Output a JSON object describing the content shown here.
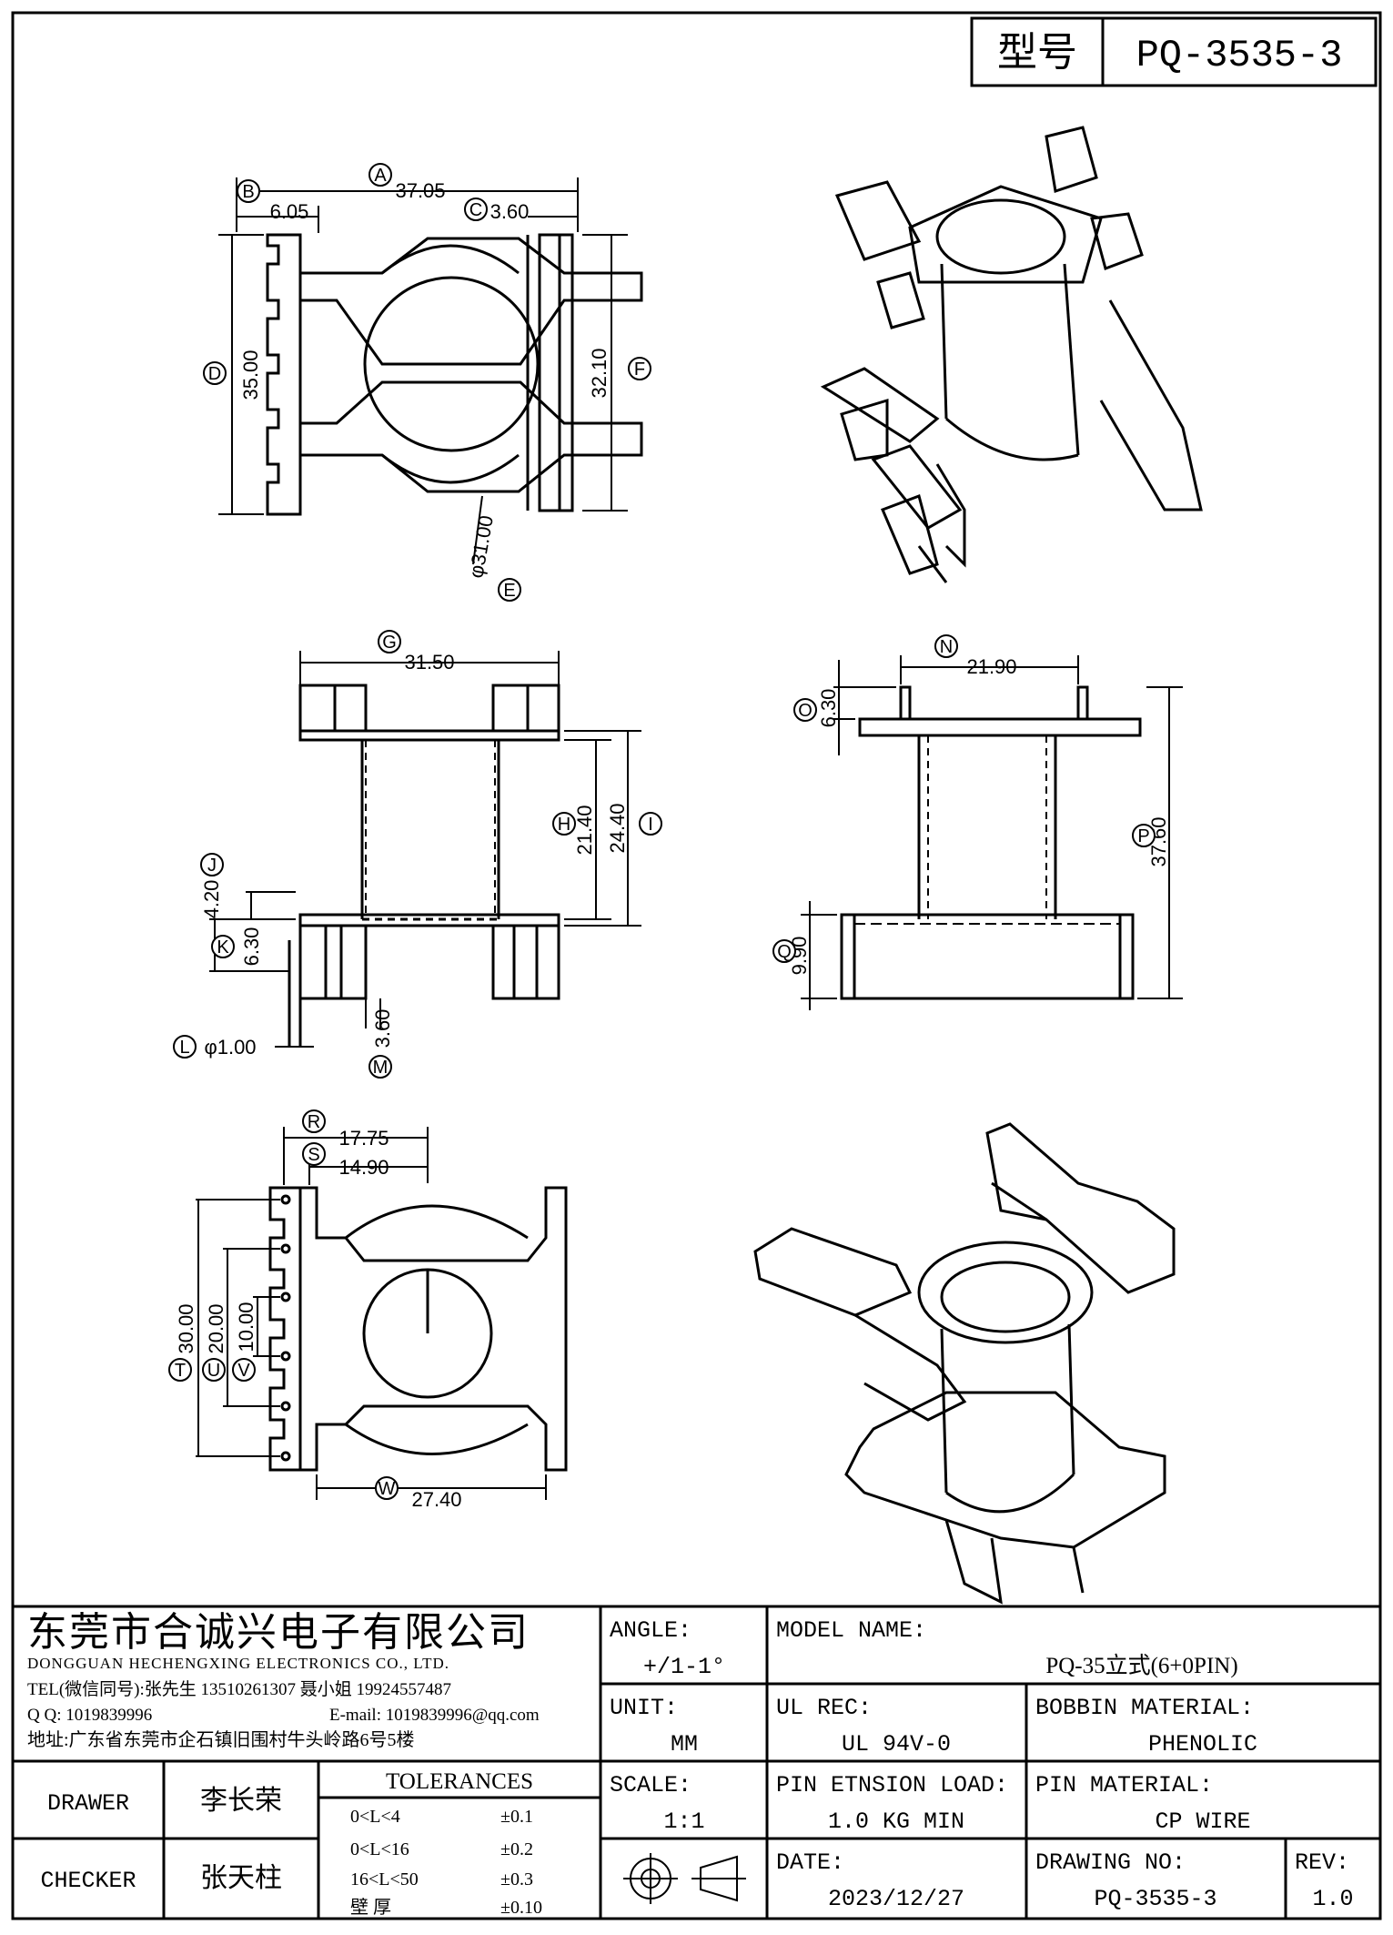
{
  "header": {
    "model_label": "型号",
    "model_value": "PQ-3535-3"
  },
  "views": {
    "top": {
      "dims": {
        "A": "37.05",
        "B": "6.05",
        "C": "3.60",
        "D": "35.00",
        "E": "φ31.00",
        "F": "32.10"
      }
    },
    "front": {
      "dims": {
        "G": "31.50",
        "H": "21.40",
        "I": "24.40",
        "J": "4.20",
        "K": "6.30",
        "L": "φ1.00",
        "M": "3.60"
      }
    },
    "side": {
      "dims": {
        "N": "21.90",
        "O": "6.30",
        "P": "37.60",
        "Q": "9.90"
      }
    },
    "bottom": {
      "dims": {
        "R": "17.75",
        "S": "14.90",
        "T": "30.00",
        "U": "20.00",
        "V": "10.00",
        "W": "27.40"
      }
    }
  },
  "callouts": [
    "A",
    "B",
    "C",
    "D",
    "E",
    "F",
    "G",
    "H",
    "I",
    "J",
    "K",
    "L",
    "M",
    "N",
    "O",
    "P",
    "Q",
    "R",
    "S",
    "T",
    "U",
    "V",
    "W"
  ],
  "title_block": {
    "company_cn": "东莞市合诚兴电子有限公司",
    "company_en": "DONGGUAN HECHENGXING ELECTRONICS CO., LTD.",
    "tel": "TEL(微信同号):张先生 13510261307 聂小姐 19924557487",
    "qq": "Q Q: 1019839996",
    "email": "E-mail: 1019839996@qq.com",
    "address": "地址:广东省东莞市企石镇旧围村牛头岭路6号5楼",
    "angle_label": "ANGLE:",
    "angle_value": "+/1-1°",
    "unit_label": "UNIT:",
    "unit_value": "MM",
    "scale_label": "SCALE:",
    "scale_value": "1:1",
    "model_name_label": "MODEL NAME:",
    "model_name_value": "PQ-35立式(6+0PIN)",
    "ul_label": "UL REC:",
    "ul_value": "UL 94V-0",
    "bobbin_label": "BOBBIN MATERIAL:",
    "bobbin_value": "PHENOLIC",
    "pin_load_label": "PIN ETNSION LOAD:",
    "pin_load_value": "1.0 KG MIN",
    "pin_material_label": "PIN MATERIAL:",
    "pin_material_value": "CP WIRE",
    "date_label": "DATE:",
    "date_value": "2023/12/27",
    "drawing_no_label": "DRAWING NO:",
    "drawing_no_value": "PQ-3535-3",
    "rev_label": "REV:",
    "rev_value": "1.0",
    "drawer_label": "DRAWER",
    "drawer_value": "李长荣",
    "checker_label": "CHECKER",
    "checker_value": "张天柱",
    "tolerances_title": "TOLERANCES",
    "tolerances": [
      {
        "range": "0<L<4",
        "value": "±0.1"
      },
      {
        "range": "0<L<16",
        "value": "±0.2"
      },
      {
        "range": "16<L<50",
        "value": "±0.3"
      },
      {
        "range": "壁    厚",
        "value": "±0.10"
      }
    ]
  }
}
